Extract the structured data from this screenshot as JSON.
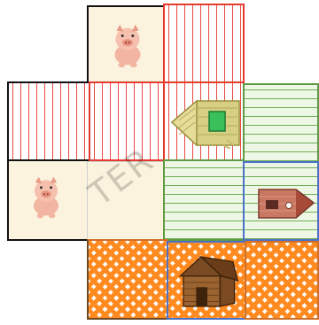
{
  "board": {
    "watermark_text": "TER",
    "tiles": [
      {
        "name": "pig-tile-top",
        "style": "cream"
      },
      {
        "name": "straw-tile-top",
        "style": "red"
      },
      {
        "name": "straw-tile-row2-col1",
        "style": "red"
      },
      {
        "name": "straw-tile-row2-col2",
        "style": "red"
      },
      {
        "name": "straw-house-tile",
        "style": "red"
      },
      {
        "name": "brick-tile-row2",
        "style": "green"
      },
      {
        "name": "pig-tile-left",
        "style": "cream"
      },
      {
        "name": "watermark-tile",
        "style": "cream"
      },
      {
        "name": "brick-tile-row3",
        "style": "green"
      },
      {
        "name": "brick-house-tile",
        "style": "green"
      },
      {
        "name": "wood-tile-left",
        "style": "orange"
      },
      {
        "name": "wood-house-tile",
        "style": "orange"
      },
      {
        "name": "wood-tile-right",
        "style": "orange"
      }
    ],
    "pieces": [
      "pig-icon",
      "pig-icon",
      "straw-house-icon",
      "brick-house-icon",
      "wood-house-icon"
    ]
  },
  "colors": {
    "straw": "#e84a40",
    "brick": "#6fae56",
    "wood": "#ff8a1f",
    "cream": "#fcf3df"
  }
}
